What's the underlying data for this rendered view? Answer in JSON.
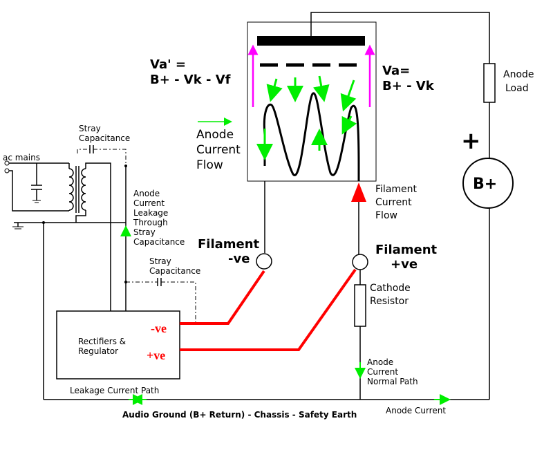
{
  "labels": {
    "ac_mains": "ac mains",
    "stray_cap_top_1": "Stray",
    "stray_cap_top_2": "Capacitance",
    "leak_1": "Anode",
    "leak_2": "Current",
    "leak_3": "Leakage",
    "leak_4": "Through",
    "leak_5": "Stray",
    "leak_6": "Capacitance",
    "stray_cap_mid_1": "Stray",
    "stray_cap_mid_2": "Capacitance",
    "rect_1": "Rectifiers &",
    "rect_2": "Regulator",
    "neg_ve": "-ve",
    "pos_ve": "+ve",
    "leakage_path": "Leakage Current Path",
    "footer": "Audio Ground (B+ Return) - Chassis - Safety Earth",
    "anode_current": "Anode Current",
    "va_prime_1": "Va' =",
    "va_prime_2": "B+ - Vk - Vf",
    "va_1": "Va=",
    "va_2": "B+ - Vk",
    "acf_1": "Anode",
    "acf_2": "Current",
    "acf_3": "Flow",
    "fcf_1": "Filament",
    "fcf_2": "Current",
    "fcf_3": "Flow",
    "fil_neg_1": "Filament",
    "fil_neg_2": "-ve",
    "fil_pos_1": "Filament",
    "fil_pos_2": "+ve",
    "cathode_1": "Cathode",
    "cathode_2": "Resistor",
    "normal_1": "Anode",
    "normal_2": "Current",
    "normal_3": "Normal Path",
    "anode_load_1": "Anode",
    "anode_load_2": "Load",
    "plus_sign": "+",
    "bplus": "B+"
  },
  "colors": {
    "arrow_green": "#00ee00",
    "arrow_magenta": "#ff00ff",
    "wire_red": "#ff0000",
    "wire_black": "#000000"
  }
}
